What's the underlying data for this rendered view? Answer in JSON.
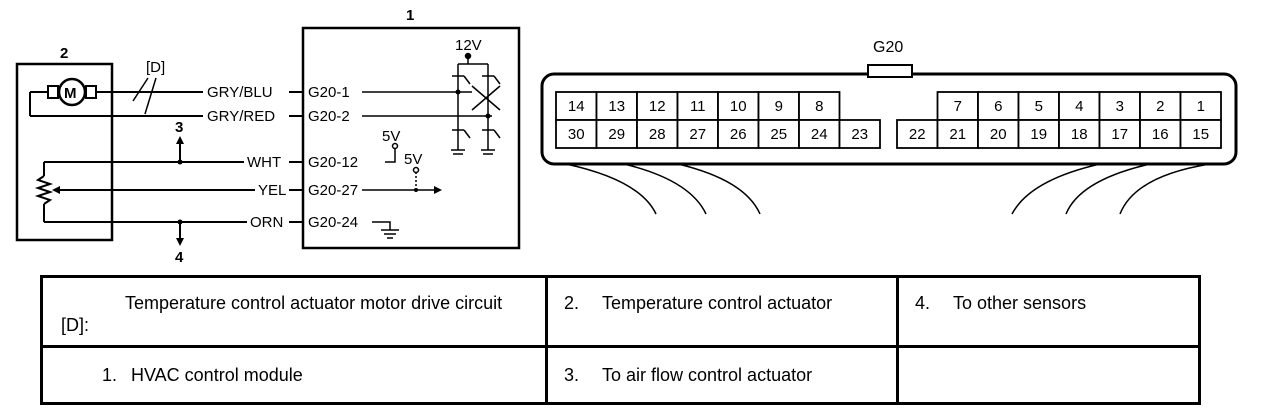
{
  "diagram": {
    "callouts": {
      "module": "1",
      "actuator": "2",
      "airflow": "3",
      "sensors": "4",
      "circuit": "[D]"
    },
    "motor_symbol": "M",
    "voltages": {
      "v12": "12V",
      "v5a": "5V",
      "v5b": "5V"
    },
    "wires": [
      {
        "color": "GRY/BLU",
        "pin": "G20-1"
      },
      {
        "color": "GRY/RED",
        "pin": "G20-2"
      },
      {
        "color": "WHT",
        "pin": "G20-12"
      },
      {
        "color": "YEL",
        "pin": "G20-27"
      },
      {
        "color": "ORN",
        "pin": "G20-24"
      }
    ],
    "connector": {
      "name": "G20",
      "top_row": [
        "14",
        "13",
        "12",
        "11",
        "10",
        "9",
        "8",
        "",
        "",
        "7",
        "6",
        "5",
        "4",
        "3",
        "2",
        "1"
      ],
      "bottom_row": [
        "30",
        "29",
        "28",
        "27",
        "26",
        "25",
        "24",
        "23",
        "22",
        "21",
        "20",
        "19",
        "18",
        "17",
        "16",
        "15"
      ]
    }
  },
  "legend": {
    "row1": [
      {
        "key": "[D]:",
        "text": "Temperature control actuator motor drive circuit"
      },
      {
        "key": "2.",
        "text": "Temperature control actuator"
      },
      {
        "key": "4.",
        "text": "To other sensors"
      }
    ],
    "row2": [
      {
        "key": "1.",
        "text": "HVAC control module"
      },
      {
        "key": "3.",
        "text": "To air flow control actuator"
      }
    ]
  }
}
